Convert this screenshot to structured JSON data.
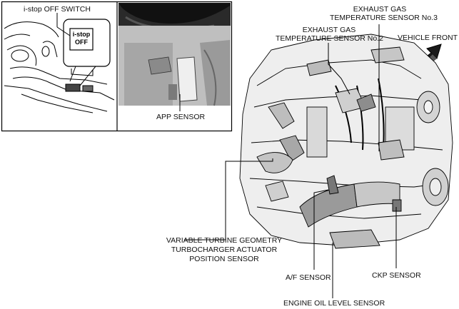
{
  "labels": {
    "istop_off_switch": "i-stop OFF SWITCH",
    "switch_text_line1": "i-stop",
    "switch_text_line2": "OFF",
    "app_sensor": "APP SENSOR",
    "exhaust_gas_no3_line1": "EXHAUST GAS",
    "exhaust_gas_no3_line2": "TEMPERATURE SENSOR No.3",
    "exhaust_gas_no2_line1": "EXHAUST GAS",
    "exhaust_gas_no2_line2": "TEMPERATURE SENSOR No.2",
    "vehicle_front": "VEHICLE FRONT",
    "vtg_line1": "VARIABLE TURBINE GEOMETRY",
    "vtg_line2": "TURBOCHARGER ACTUATOR",
    "vtg_line3": "POSITION SENSOR",
    "af_sensor": "A/F SENSOR",
    "ckp_sensor": "CKP SENSOR",
    "engine_oil_level_sensor": "ENGINE OIL LEVEL SENSOR"
  },
  "icons": {
    "vehicle_front_arrow": "arrow-up-right-icon"
  }
}
